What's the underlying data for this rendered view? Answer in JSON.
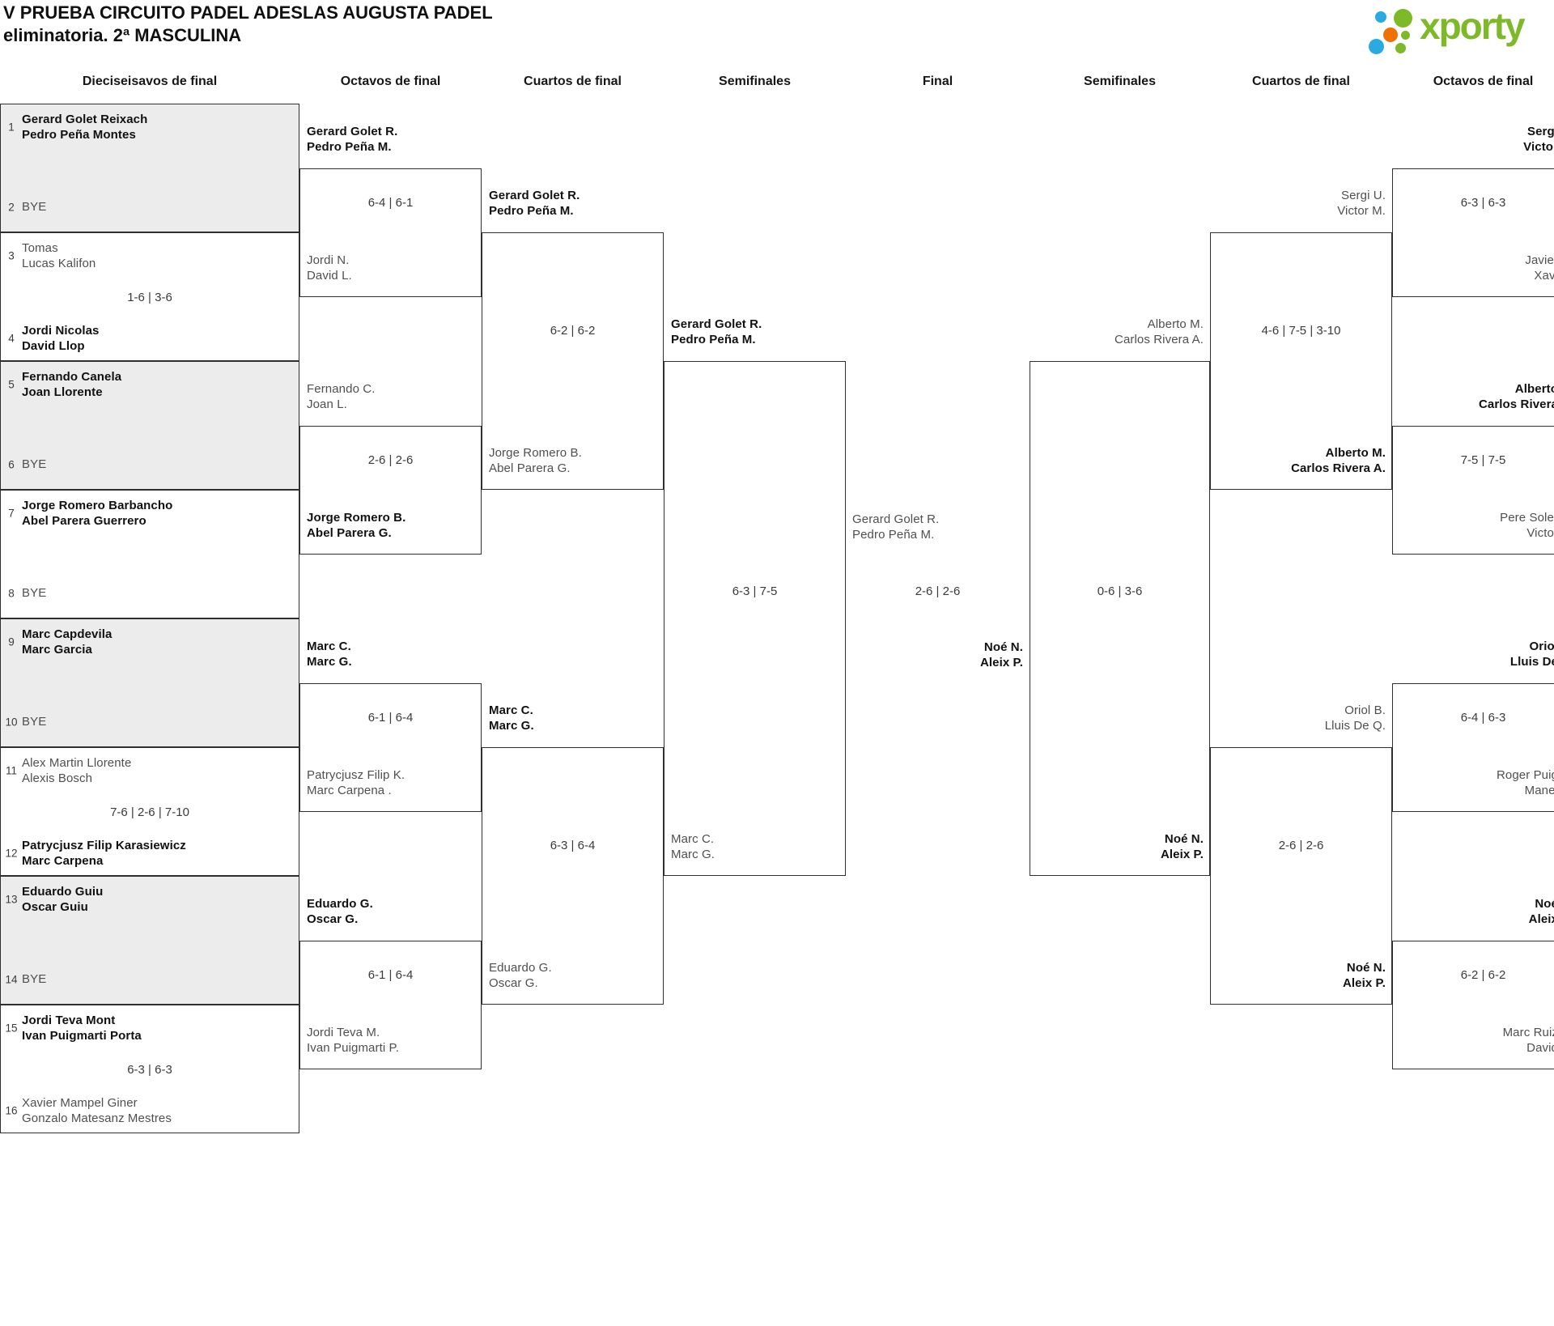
{
  "title": {
    "line1": "V PRUEBA CIRCUITO PADEL ADESLAS AUGUSTA PADEL",
    "line2": "eliminatoria. 2ª MASCULINA"
  },
  "logo": {
    "brand": "xporty"
  },
  "columns": [
    "Dieciseisavos de final",
    "Octavos de final",
    "Cuartos de final",
    "Semifinales",
    "Final",
    "Semifinales",
    "Cuartos de final",
    "Octavos de final"
  ],
  "colors": {
    "brand_green": "#7db928",
    "dot_blue": "#29abe2",
    "dot_orange": "#ee7203",
    "box_border": "#2f2f2f",
    "shaded_row": "#ececec",
    "winner_text": "#111111",
    "loser_text": "#4f4f4f",
    "score_text": "#3a3a3a"
  },
  "bracket": {
    "first_round": [
      {
        "shaded": true,
        "top": {
          "seed": "1",
          "lines": [
            "Gerard Golet Reixach",
            "Pedro Peña Montes"
          ],
          "winner": true
        },
        "score": "",
        "bottom": {
          "seed": "2",
          "lines": [
            "BYE"
          ],
          "winner": false
        }
      },
      {
        "shaded": false,
        "top": {
          "seed": "3",
          "lines": [
            "Tomas",
            "Lucas Kalifon"
          ],
          "winner": false
        },
        "score": "1-6 | 3-6",
        "bottom": {
          "seed": "4",
          "lines": [
            "Jordi Nicolas",
            "David Llop"
          ],
          "winner": true
        }
      },
      {
        "shaded": true,
        "top": {
          "seed": "5",
          "lines": [
            "Fernando Canela",
            "Joan Llorente"
          ],
          "winner": true
        },
        "score": "",
        "bottom": {
          "seed": "6",
          "lines": [
            "BYE"
          ],
          "winner": false
        }
      },
      {
        "shaded": false,
        "top": {
          "seed": "7",
          "lines": [
            "Jorge Romero Barbancho",
            "Abel Parera Guerrero"
          ],
          "winner": true
        },
        "score": "",
        "bottom": {
          "seed": "8",
          "lines": [
            "BYE"
          ],
          "winner": false
        }
      },
      {
        "shaded": true,
        "top": {
          "seed": "9",
          "lines": [
            "Marc Capdevila",
            "Marc Garcia"
          ],
          "winner": true
        },
        "score": "",
        "bottom": {
          "seed": "10",
          "lines": [
            "BYE"
          ],
          "winner": false
        }
      },
      {
        "shaded": false,
        "top": {
          "seed": "11",
          "lines": [
            "Alex Martin Llorente",
            "Alexis Bosch"
          ],
          "winner": false
        },
        "score": "7-6 | 2-6 | 7-10",
        "bottom": {
          "seed": "12",
          "lines": [
            "Patrycjusz Filip Karasiewicz",
            "Marc Carpena"
          ],
          "winner": true
        }
      },
      {
        "shaded": true,
        "top": {
          "seed": "13",
          "lines": [
            "Eduardo Guiu",
            "Oscar Guiu"
          ],
          "winner": true
        },
        "score": "",
        "bottom": {
          "seed": "14",
          "lines": [
            "BYE"
          ],
          "winner": false
        }
      },
      {
        "shaded": false,
        "top": {
          "seed": "15",
          "lines": [
            "Jordi Teva Mont",
            "Ivan Puigmarti Porta"
          ],
          "winner": true
        },
        "score": "6-3 | 6-3",
        "bottom": {
          "seed": "16",
          "lines": [
            "Xavier Mampel Giner",
            "Gonzalo Matesanz Mestres"
          ],
          "winner": false
        }
      }
    ],
    "octavos_left": [
      {
        "top": {
          "lines": [
            "Gerard Golet R.",
            "Pedro Peña M."
          ],
          "winner": true
        },
        "score": "6-4 | 6-1",
        "bottom": {
          "lines": [
            "Jordi N.",
            "David L."
          ],
          "winner": false
        }
      },
      {
        "top": {
          "lines": [
            "Fernando C.",
            "Joan L."
          ],
          "winner": false
        },
        "score": "2-6 | 2-6",
        "bottom": {
          "lines": [
            "Jorge Romero B.",
            "Abel Parera G."
          ],
          "winner": true
        }
      },
      {
        "top": {
          "lines": [
            "Marc C.",
            "Marc G."
          ],
          "winner": true
        },
        "score": "6-1 | 6-4",
        "bottom": {
          "lines": [
            "Patrycjusz Filip K.",
            "Marc Carpena ."
          ],
          "winner": false
        }
      },
      {
        "top": {
          "lines": [
            "Eduardo G.",
            "Oscar G."
          ],
          "winner": true
        },
        "score": "6-1 | 6-4",
        "bottom": {
          "lines": [
            "Jordi Teva M.",
            "Ivan Puigmarti P."
          ],
          "winner": false
        }
      }
    ],
    "cuartos_left": [
      {
        "top": {
          "lines": [
            "Gerard Golet R.",
            "Pedro Peña M."
          ],
          "winner": true
        },
        "score": "6-2 | 6-2",
        "bottom": {
          "lines": [
            "Jorge Romero B.",
            "Abel Parera G."
          ],
          "winner": false
        }
      },
      {
        "top": {
          "lines": [
            "Marc C.",
            "Marc G."
          ],
          "winner": true
        },
        "score": "6-3 | 6-4",
        "bottom": {
          "lines": [
            "Eduardo G.",
            "Oscar G."
          ],
          "winner": false
        }
      }
    ],
    "semifinal_left": {
      "top": {
        "lines": [
          "Gerard Golet R.",
          "Pedro Peña M."
        ],
        "winner": true
      },
      "score": "6-3 | 7-5",
      "bottom": {
        "lines": [
          "Marc C.",
          "Marc G."
        ],
        "winner": false
      }
    },
    "final": {
      "left": {
        "lines": [
          "Gerard Golet R.",
          "Pedro Peña M."
        ],
        "winner": false
      },
      "score": "2-6 | 2-6",
      "right": {
        "lines": [
          "Noé N.",
          "Aleix P."
        ],
        "winner": true
      }
    },
    "semifinal_right": {
      "top": {
        "lines": [
          "Alberto M.",
          "Carlos Rivera A."
        ],
        "winner": false
      },
      "score": "0-6 | 3-6",
      "bottom": {
        "lines": [
          "Noé N.",
          "Aleix P."
        ],
        "winner": true
      }
    },
    "cuartos_right": [
      {
        "top": {
          "lines": [
            "Sergi U.",
            "Victor M."
          ],
          "winner": false
        },
        "score": "4-6 | 7-5 | 3-10",
        "bottom": {
          "lines": [
            "Alberto M.",
            "Carlos Rivera A."
          ],
          "winner": true
        }
      },
      {
        "top": {
          "lines": [
            "Oriol B.",
            "Lluis De Q."
          ],
          "winner": false
        },
        "score": "2-6 | 2-6",
        "bottom": {
          "lines": [
            "Noé N.",
            "Aleix P."
          ],
          "winner": true
        }
      }
    ],
    "octavos_right": [
      {
        "top": {
          "lines": [
            "Sergi",
            "Victor"
          ],
          "winner": true
        },
        "score": "6-3 | 6-3",
        "bottom": {
          "lines": [
            "Javier",
            "Xavi"
          ],
          "winner": false
        }
      },
      {
        "top": {
          "lines": [
            "Alberto",
            "Carlos Rivera"
          ],
          "winner": true
        },
        "score": "7-5 | 7-5",
        "bottom": {
          "lines": [
            "Pere Soler",
            "Victor"
          ],
          "winner": false
        }
      },
      {
        "top": {
          "lines": [
            "Oriol",
            "Lluis De"
          ],
          "winner": true
        },
        "score": "6-4 | 6-3",
        "bottom": {
          "lines": [
            "Roger Puig",
            "Manel"
          ],
          "winner": false
        }
      },
      {
        "top": {
          "lines": [
            "Noé",
            "Aleix"
          ],
          "winner": true
        },
        "score": "6-2 | 6-2",
        "bottom": {
          "lines": [
            "Marc Ruiz",
            "David"
          ],
          "winner": false
        }
      }
    ]
  }
}
